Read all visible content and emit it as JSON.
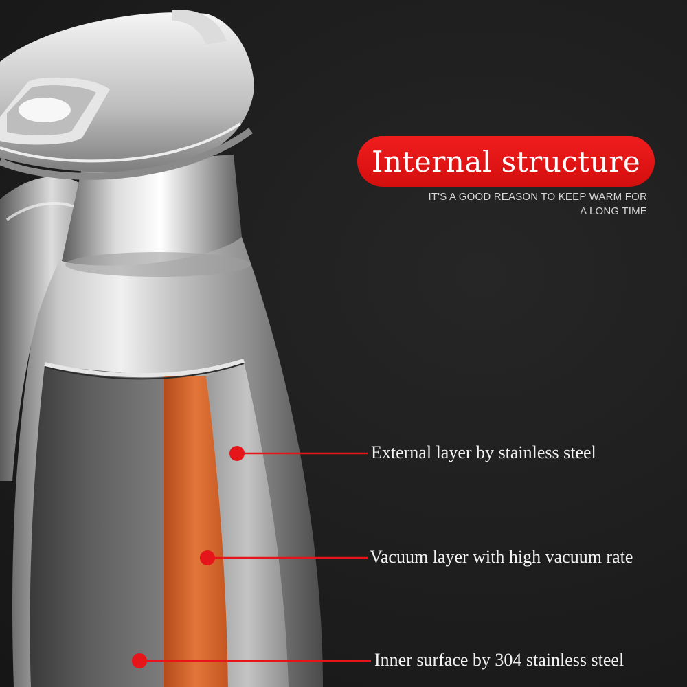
{
  "header": {
    "title": "Internal structure",
    "subtitle_line1": "IT'S A GOOD REASON TO KEEP WARM FOR",
    "subtitle_line2": "A LONG TIME"
  },
  "callouts": [
    {
      "label": "External layer by stainless steel"
    },
    {
      "label": "Vacuum layer with high vacuum rate"
    },
    {
      "label": "Inner surface by 304 stainless steel"
    }
  ],
  "colors": {
    "accent_red": "#e5151a",
    "copper": "#d9672c",
    "background": "#1d1d1d"
  }
}
